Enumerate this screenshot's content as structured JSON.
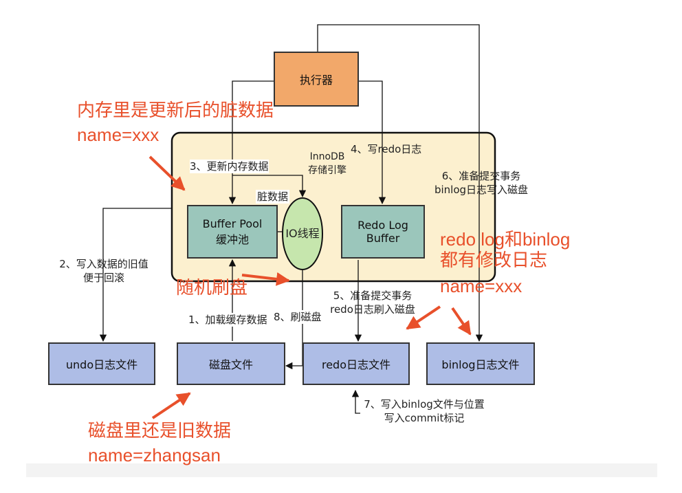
{
  "executor": "执行器",
  "innodb": [
    "InnoDB",
    "存储引擎"
  ],
  "buffer_pool": [
    "Buffer Pool",
    "缓冲池"
  ],
  "io_thread": "IO线程",
  "redo_log_buffer": [
    "Redo Log",
    "Buffer"
  ],
  "files": {
    "undo": "undo日志文件",
    "disk": "磁盘文件",
    "redo": "redo日志文件",
    "binlog": "binlog日志文件"
  },
  "steps": {
    "s1": "1、加载缓存数据",
    "s2": [
      "2、写入数据的旧值",
      "便于回滚"
    ],
    "s3": "3、更新内存数据",
    "s4": "4、写redo日志",
    "s5": [
      "5、准备提交事务",
      "redo日志刷入磁盘"
    ],
    "s6": [
      "6、准备提交事务",
      "binlog日志写入磁盘"
    ],
    "s7": [
      "7、写入binlog文件与位置",
      "写入commit标记"
    ],
    "s8": "8、刷磁盘",
    "dirty": "脏数据"
  },
  "annotations": {
    "memory": [
      "内存里是更新后的脏数据",
      "name=xxx"
    ],
    "random_flush": "随机刷盘",
    "redo_binlog": [
      "redo log和binlog",
      "都有修改日志",
      "name=xxx"
    ],
    "disk_old": [
      "磁盘里还是旧数据",
      "name=zhangsan"
    ]
  },
  "colors": {
    "innodb_bg": "#fcf0cf",
    "green_box": "#9bc6bb",
    "io_circle": "#c6e6ad",
    "file_box": "#aebde6",
    "executor_box": "#f2a86a",
    "annotation": "#e8502b"
  }
}
